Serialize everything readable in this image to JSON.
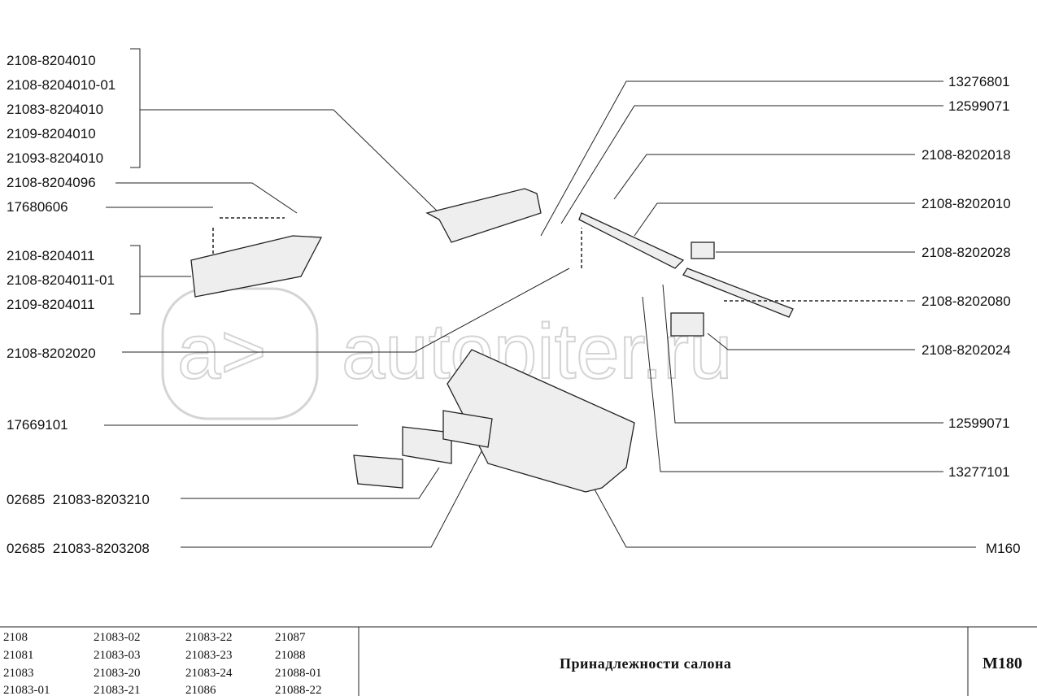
{
  "watermark": "autopiter.ru",
  "left_labels": [
    "2108-8204010",
    "2108-8204010-01",
    "21083-8204010",
    "2109-8204010",
    "21093-8204010",
    "2108-8204096",
    "17680606",
    "2108-8204011",
    "2108-8204011-01",
    "2109-8204011",
    "2108-8202020",
    "17669101",
    "02685  21083-8203210",
    "02685  21083-8203208"
  ],
  "right_labels": [
    "13276801",
    "12599071",
    "2108-8202018",
    "2108-8202010",
    "2108-8202028",
    "2108-8202080",
    "2108-8202024",
    "12599071",
    "13277101",
    "M160"
  ],
  "models": [
    [
      "2108",
      "21083-02",
      "21083-22",
      "21087"
    ],
    [
      "21081",
      "21083-03",
      "21083-23",
      "21088"
    ],
    [
      "21083",
      "21083-20",
      "21083-24",
      "21088-01"
    ],
    [
      "21083-01",
      "21083-21",
      "21086",
      "21088-22"
    ]
  ],
  "title": "Принадлежности салона",
  "sheet_code": "M180"
}
